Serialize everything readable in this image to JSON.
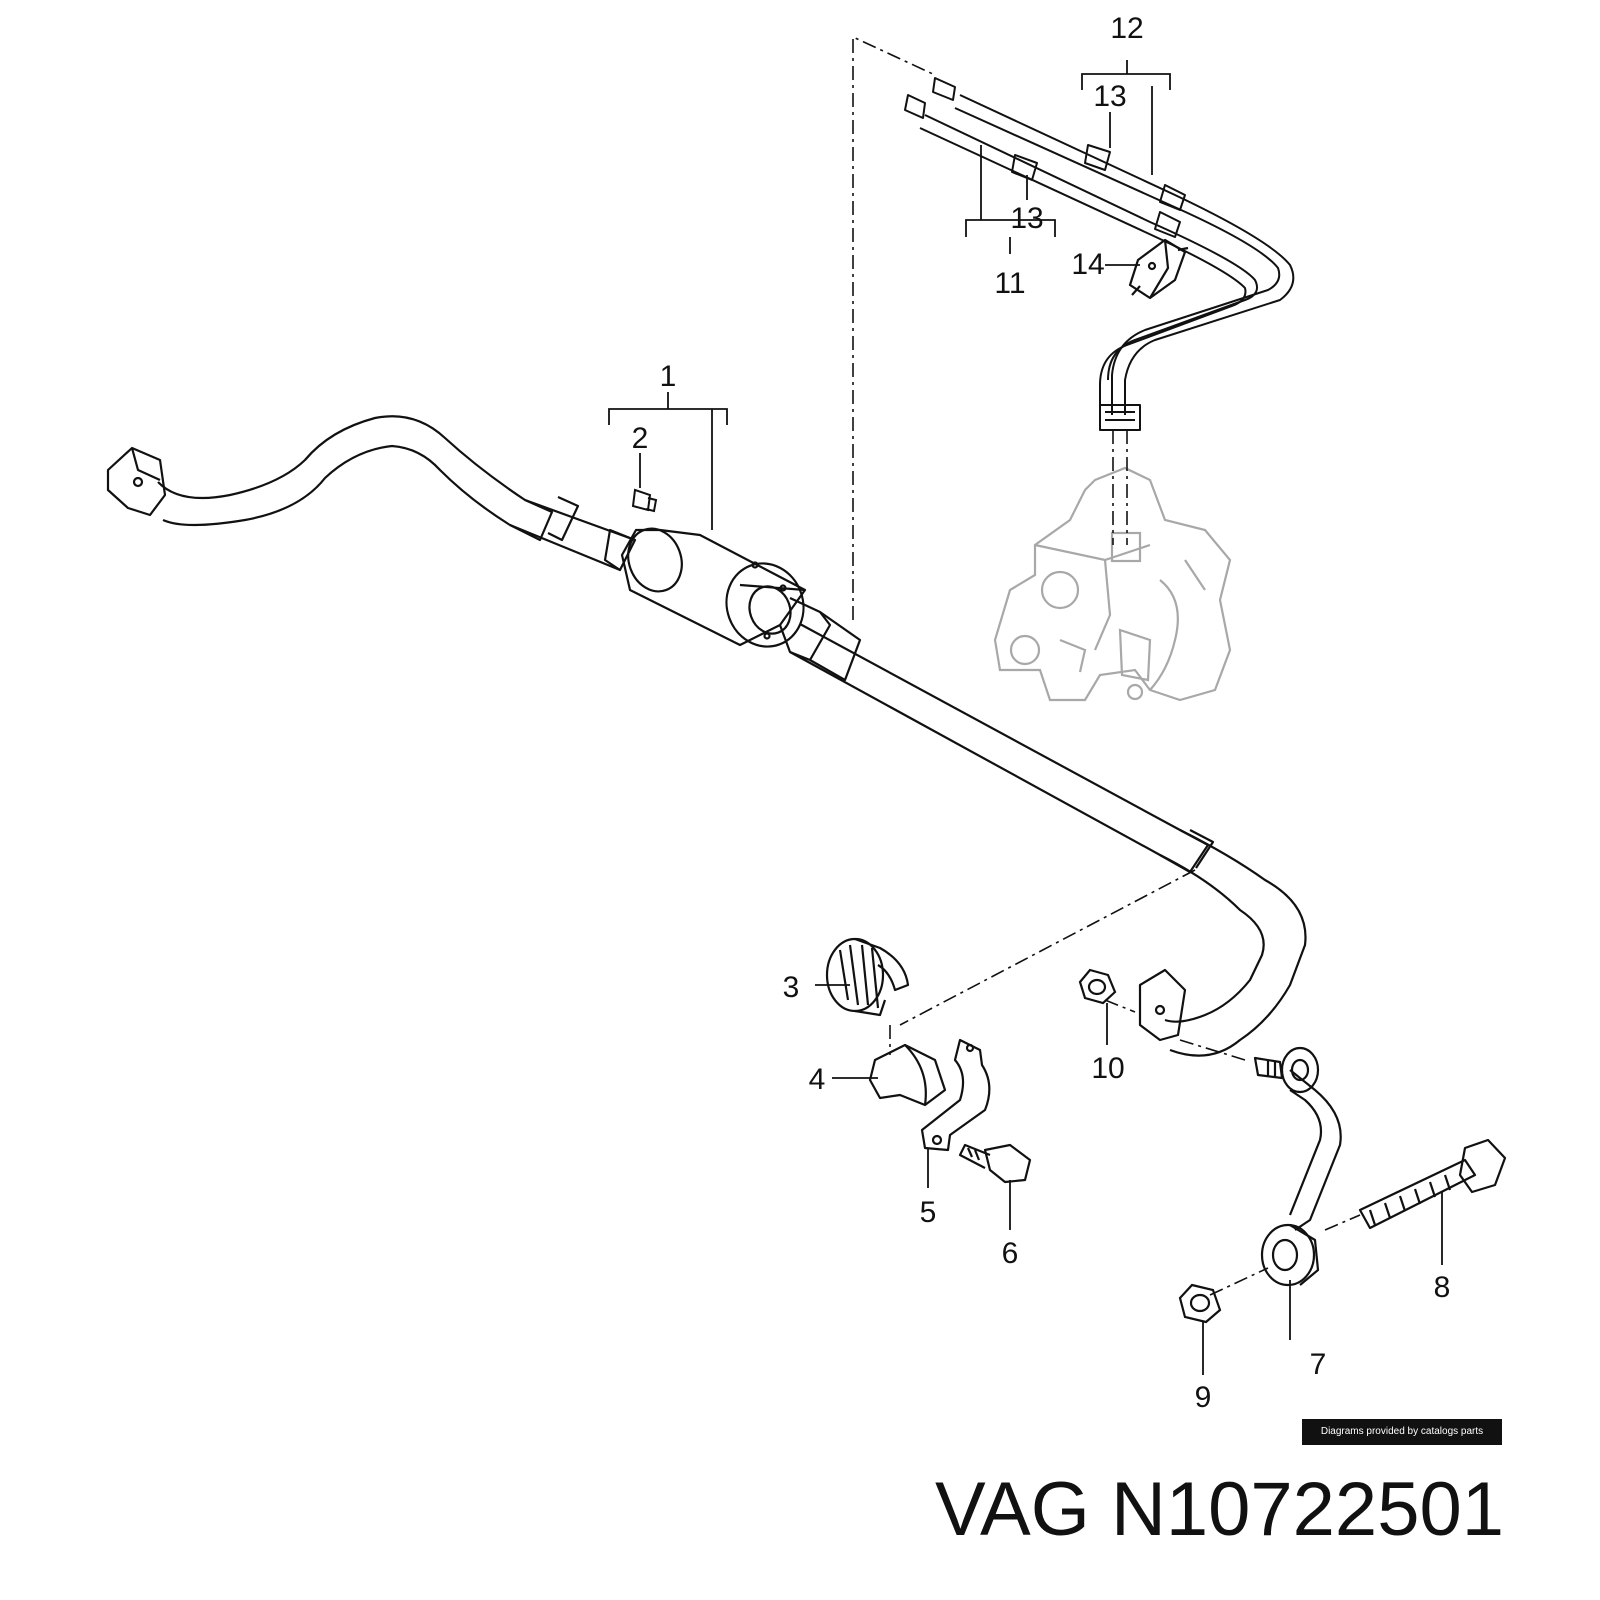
{
  "callouts": [
    "1",
    "2",
    "3",
    "4",
    "5",
    "6",
    "7",
    "8",
    "9",
    "10",
    "11",
    "12",
    "13",
    "13",
    "14"
  ],
  "credit": "Diagrams provided by catalogs parts",
  "caption": "VAG N10722501",
  "colors": {
    "ink": "#111111",
    "faded": "#a8a8a8",
    "background": "#ffffff"
  }
}
